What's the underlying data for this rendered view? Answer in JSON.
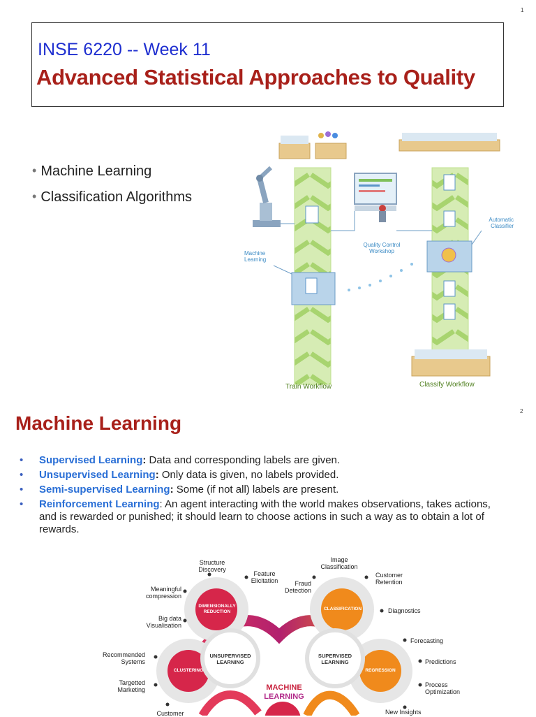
{
  "slide1": {
    "page_number": "1",
    "course": "INSE 6220 -- Week 11",
    "title": "Advanced Statistical Approaches to Quality",
    "bullets": [
      "Machine Learning",
      "Classification Algorithms"
    ],
    "figure": {
      "machine_learning": "Machine\nLearning",
      "quality_control": "Quality Control\nWorkshop",
      "automatic_classifier": "Automatic\nClassifier",
      "train_workflow": "Train Workflow",
      "classify_workflow": "Classify Workflow"
    }
  },
  "slide2": {
    "page_number": "2",
    "title": "Machine Learning",
    "items": [
      {
        "term": "Supervised Learning",
        "sep": ":",
        "text": " Data and corresponding labels are given."
      },
      {
        "term": "Unsupervised Learning",
        "sep": ":",
        "text": " Only data is given, no labels provided."
      },
      {
        "term": "Semi-supervised Learning",
        "sep": ":",
        "text": " Some (if not all) labels are present."
      },
      {
        "term": "Reinforcement Learning",
        "sep": ":",
        "text": " An agent interacting with the world makes observations, takes actions, and is rewarded or punished; it should learn to choose actions in such a way as to obtain a lot of rewards."
      }
    ],
    "diagram": {
      "center": "MACHINE\nLEARNING",
      "unsupervised": "UNSUPERVISED\nLEARNING",
      "supervised": "SUPERVISED\nLEARNING",
      "dim_reduction": "DIMENSIONALLY\nREDUCTION",
      "clustering": "CLUSTERING",
      "classification": "CLASSIFICATION",
      "regression": "REGRESSION",
      "leaves": {
        "structure_discovery": "Structure\nDiscovery",
        "feature_elicitation": "Feature\nElicitation",
        "meaningful_compression": "Meaningful\ncompression",
        "big_data": "Big data\nVisualisation",
        "recommended_systems": "Recommended\nSystems",
        "targetted_marketing": "Targetted\nMarketing",
        "customer": "Customer",
        "image_classification": "Image\nClassification",
        "customer_retention": "Customer\nRetention",
        "fraud_detection": "Fraud\nDetection",
        "diagnostics": "Diagnostics",
        "forecasting": "Forecasting",
        "predictions": "Predictions",
        "process_optimization": "Process\nOptimization",
        "new_insights": "New Insights"
      }
    }
  }
}
